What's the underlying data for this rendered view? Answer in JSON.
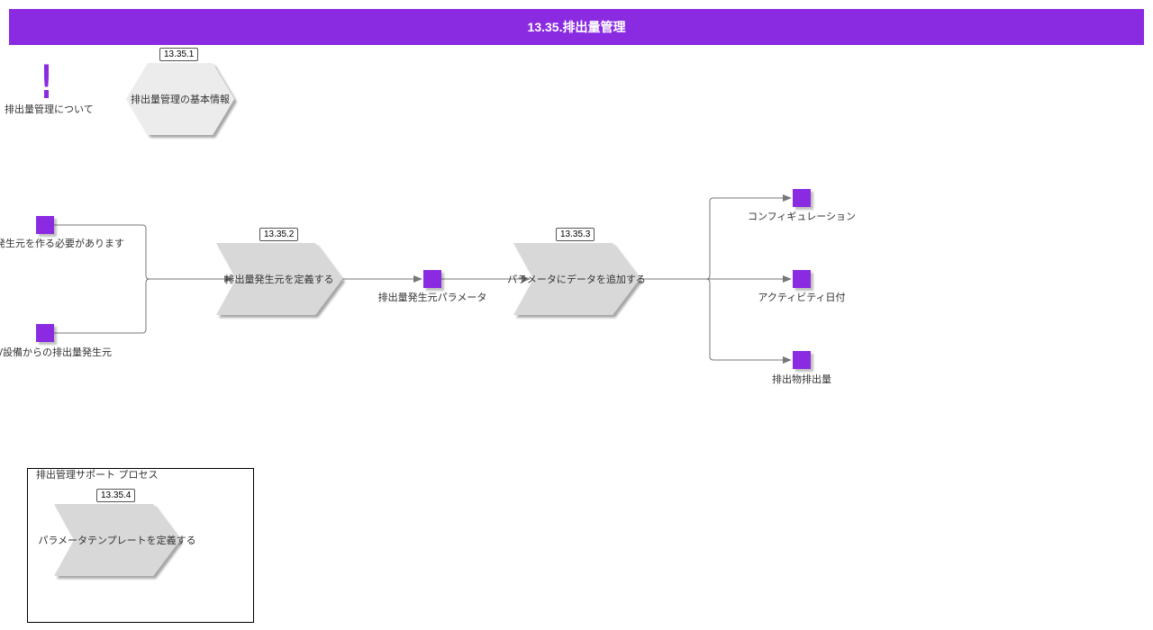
{
  "header": {
    "title": "13.35.排出量管理"
  },
  "colors": {
    "accent": "#8a2be2",
    "shape_fill": "#d8d8d8",
    "hex_fill": "#ececec",
    "connector": "#777777"
  },
  "info": {
    "icon": "exclamation-icon",
    "glyph": "!",
    "label": "排出量管理について"
  },
  "hexagon": {
    "badge": "13.35.1",
    "label": "排出量管理の基本情報"
  },
  "inputs": [
    {
      "label": "発生元を作る必要があります"
    },
    {
      "label": "/設備からの排出量発生元"
    }
  ],
  "process1": {
    "badge": "13.35.2",
    "label": "排出量発生元を定義する"
  },
  "middle": {
    "label": "排出量発生元パラメータ"
  },
  "process2": {
    "badge": "13.35.3",
    "label": "パラメータにデータを追加する"
  },
  "outputs": [
    {
      "label": "コンフィギュレーション"
    },
    {
      "label": "アクティビティ日付"
    },
    {
      "label": "排出物排出量"
    }
  ],
  "support": {
    "title": "排出管理サポート プロセス",
    "badge": "13.35.4",
    "label": "パラメータテンプレートを定義する"
  }
}
